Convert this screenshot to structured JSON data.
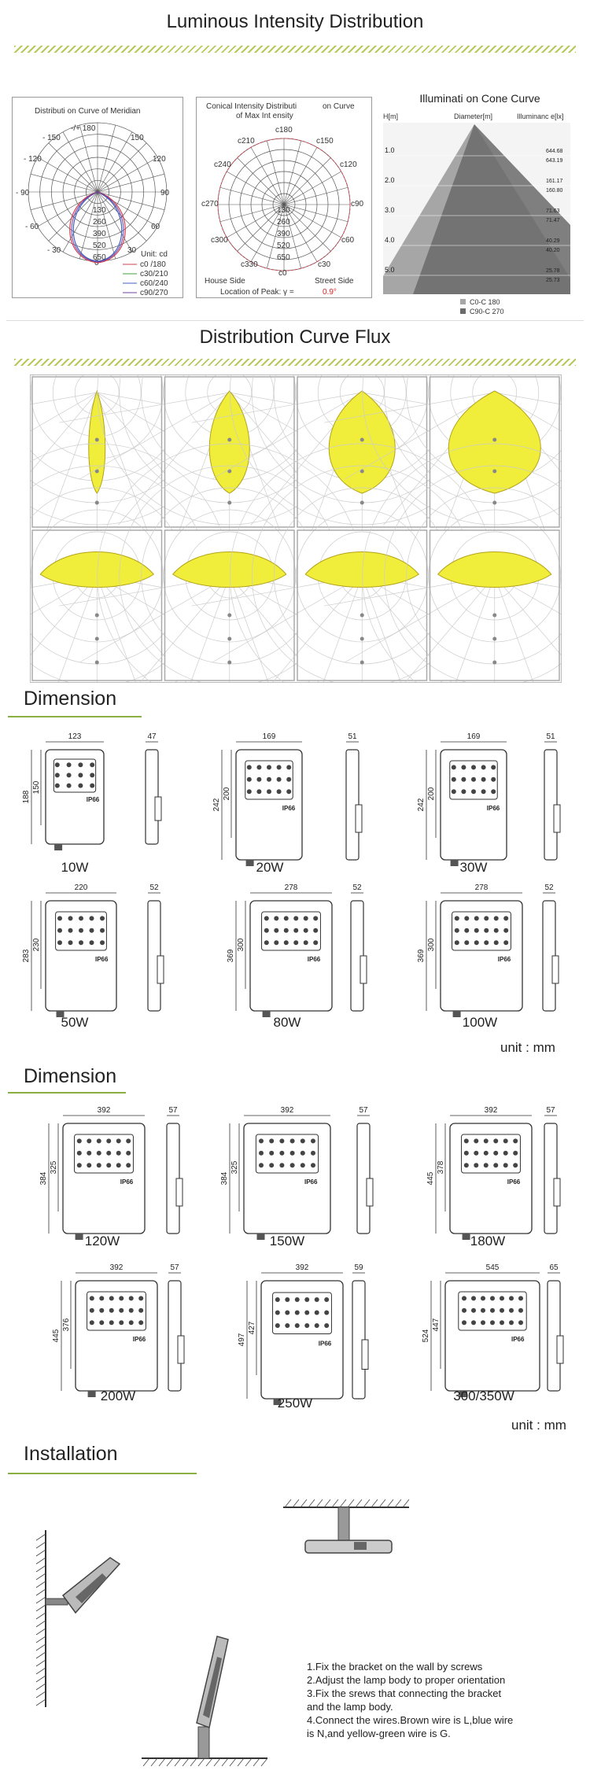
{
  "lid": {
    "title": "Luminous Intensity Distribution",
    "meridian": {
      "title": "Distributi on Curve of Meridian",
      "angles": [
        "-/+ 180",
        "- 150",
        "150",
        "- 120",
        "120",
        "- 90",
        "90",
        "- 60",
        "60",
        "- 30",
        "30",
        "0"
      ],
      "rings": [
        "130",
        "260",
        "390",
        "520",
        "650"
      ],
      "unit": "Unit: cd",
      "legend": [
        "c0 /180",
        "c30/210",
        "c60/240",
        "c90/270"
      ]
    },
    "conical": {
      "title1": "Conical Intensity Distributi",
      "title2": "on Curve",
      "title3": "of Max Int ensity",
      "angles": [
        "c180",
        "c210",
        "c150",
        "c240",
        "c120",
        "c270",
        "c90",
        "c300",
        "c60",
        "c330",
        "c30",
        "c0"
      ],
      "rings": [
        "130",
        "260",
        "390",
        "520",
        "650"
      ],
      "house": "House Side",
      "street": "Street Side",
      "peak_label": "Location of Peak:  γ = ",
      "peak_value": "0.9°"
    },
    "cone": {
      "title": "Illuminati on Cone Curve",
      "col_h": "H[m]",
      "col_d": "Diameter[m]",
      "col_e": "Illuminanc e[lx]",
      "heights": [
        "1.0",
        "2.0",
        "3.0",
        "4.0",
        "5.0"
      ],
      "values_c0": [
        "644.68",
        "161.17",
        "71.63",
        "40.29",
        "25.78"
      ],
      "values_c90": [
        "643.19",
        "160.80",
        "71.47",
        "40.20",
        "25.73"
      ],
      "legend": [
        "C0-C 180",
        "C90-C 270"
      ]
    }
  },
  "flux": {
    "title": "Distribution Curve Flux"
  },
  "dimension1": {
    "title": "Dimension",
    "items": [
      {
        "label": "10W",
        "w": "123",
        "h1": "188",
        "h2": "150",
        "d": "47",
        "ip": "IP66"
      },
      {
        "label": "20W",
        "w": "169",
        "h1": "242",
        "h2": "200",
        "d": "51",
        "ip": "IP66"
      },
      {
        "label": "30W",
        "w": "169",
        "h1": "242",
        "h2": "200",
        "d": "51",
        "ip": "IP66"
      },
      {
        "label": "50W",
        "w": "220",
        "h1": "283",
        "h2": "230",
        "d": "52",
        "ip": "IP66"
      },
      {
        "label": "80W",
        "w": "278",
        "h1": "369",
        "h2": "300",
        "d": "52",
        "ip": "IP66"
      },
      {
        "label": "100W",
        "w": "278",
        "h1": "369",
        "h2": "300",
        "d": "52",
        "ip": "IP66"
      }
    ],
    "unit": "unit : mm"
  },
  "dimension2": {
    "title": "Dimension",
    "items": [
      {
        "label": "120W",
        "w": "392",
        "h1": "384",
        "h2": "325",
        "d": "57",
        "ip": "IP66"
      },
      {
        "label": "150W",
        "w": "392",
        "h1": "384",
        "h2": "325",
        "d": "57",
        "ip": "IP66"
      },
      {
        "label": "180W",
        "w": "392",
        "h1": "445",
        "h2": "378",
        "d": "57",
        "ip": "IP66"
      },
      {
        "label": "200W",
        "w": "392",
        "h1": "445",
        "h2": "376",
        "d": "57",
        "ip": "IP66"
      },
      {
        "label": "250W",
        "w": "392",
        "h1": "497",
        "h2": "427",
        "d": "59",
        "ip": "IP66"
      },
      {
        "label": "300/350W",
        "w": "545",
        "h1": "524",
        "h2": "447",
        "d": "65",
        "ip": "IP66"
      }
    ],
    "unit": "unit : mm"
  },
  "installation": {
    "title": "Installation",
    "steps": [
      "1.Fix the bracket on the wall by screws",
      "2.Adjust the lamp body to proper orientation",
      "3.Fix the srews that connecting the bracket",
      "and the lamp body.",
      "4.Connect the wires.Brown wire is L,blue wire",
      "is N,and yellow-green wire is G."
    ]
  },
  "colors": {
    "accent_green": "#8ab043",
    "hatch": "#b8c85a",
    "flux_fill": "#f0ee3a",
    "peak_red": "#e02020"
  }
}
